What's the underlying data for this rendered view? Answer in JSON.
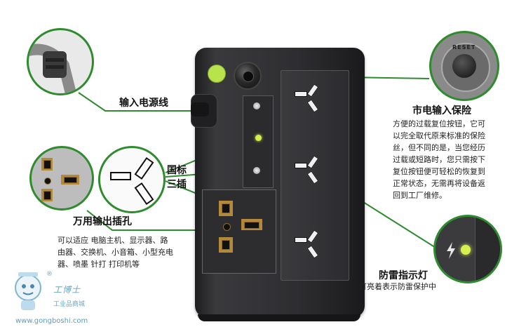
{
  "colors": {
    "callout_green": "#2e8b2e",
    "led_green": "#d7f050",
    "watermark_blue": "#6aa6c7"
  },
  "labels": {
    "input_cord": "输入电源线",
    "mains_fuse": "市电输入保险",
    "gb_socket_line1": "国标",
    "gb_socket_line2": "三插",
    "universal_outlet": "万用输出插孔",
    "surge_led": "防雷指示灯",
    "surge_led_desc": "灯亮着表示防雷保护中",
    "reset_text": "RESET"
  },
  "fuse_description": [
    "方便的过载复位按钮，它可",
    "以完全取代原来标准的保险",
    "丝，但不同的是，当您经历",
    "过载或短路时，您只需按下",
    "复位按钮便可轻松的恢复到",
    "正常状态，无需再将设备返",
    "回到工厂维修。"
  ],
  "universal_description": [
    "可以适应  电脑主机、显示器、路",
    "由器、交换机、小音箱、小型充电",
    "器、喷墨 针打 打印机等"
  ],
  "watermark": {
    "brand": "工博士",
    "sub": "工业品商城",
    "url": "www.gongboshi.com",
    "registered": "®"
  },
  "icons": {
    "lightning": "lightning-icon",
    "mascot": "mascot-icon"
  }
}
